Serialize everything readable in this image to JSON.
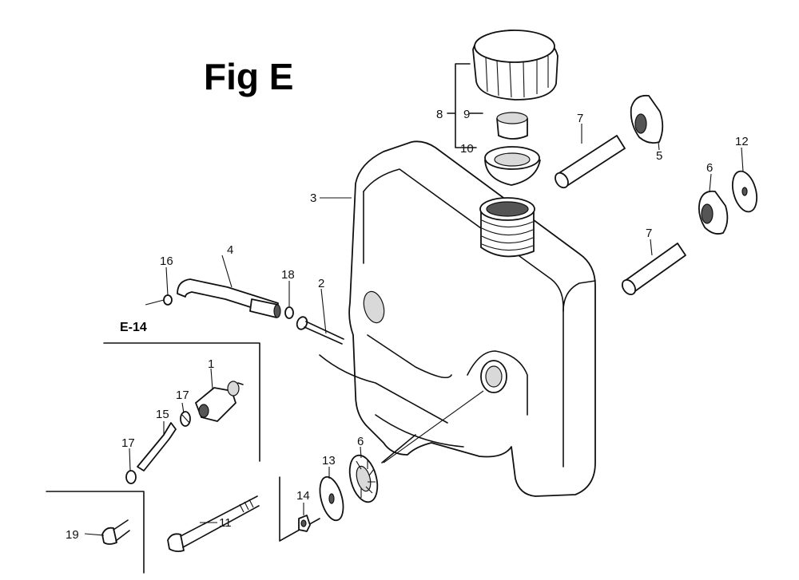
{
  "title": "Fig E",
  "reference": "E-14",
  "callouts": {
    "n1": "1",
    "n2": "2",
    "n3": "3",
    "n4": "4",
    "n5": "5",
    "n6a": "6",
    "n6b": "6",
    "n7a": "7",
    "n7b": "7",
    "n8": "8",
    "n9": "9",
    "n10": "10",
    "n11": "11",
    "n12": "12",
    "n13": "13",
    "n14": "14",
    "n15": "15",
    "n16": "16",
    "n17a": "17",
    "n17b": "17",
    "n18": "18",
    "n19": "19"
  }
}
